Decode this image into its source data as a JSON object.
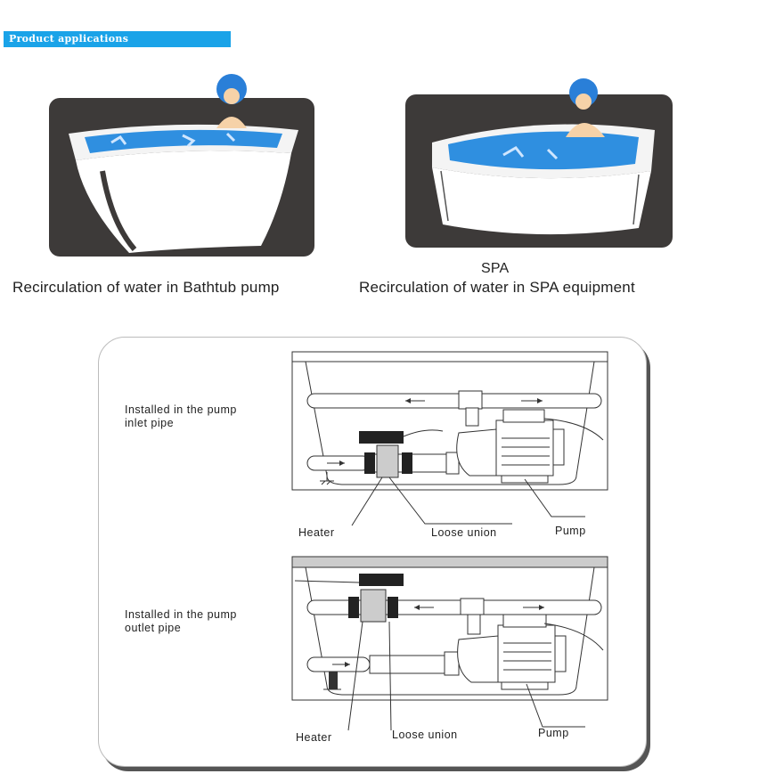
{
  "header": {
    "title": "Product applications"
  },
  "applications": [
    {
      "subtitle": "",
      "caption": "Recirculation of water in Bathtub pump"
    },
    {
      "subtitle": "SPA",
      "caption": "Recirculation of water in SPA equipment"
    }
  ],
  "diagrams": [
    {
      "install_note_line1": "Installed in the pump",
      "install_note_line2": "inlet pipe",
      "heater": "Heater",
      "loose_union": "Loose union",
      "pump": "Pump"
    },
    {
      "install_note_line1": "Installed in the pump",
      "install_note_line2": "outlet pipe",
      "heater": "Heater",
      "loose_union": "Loose union",
      "pump": "Pump"
    }
  ],
  "colors": {
    "header_bg": "#1aa3e8",
    "photo_bg": "#3d3a39",
    "water": "#2f8fe0"
  }
}
